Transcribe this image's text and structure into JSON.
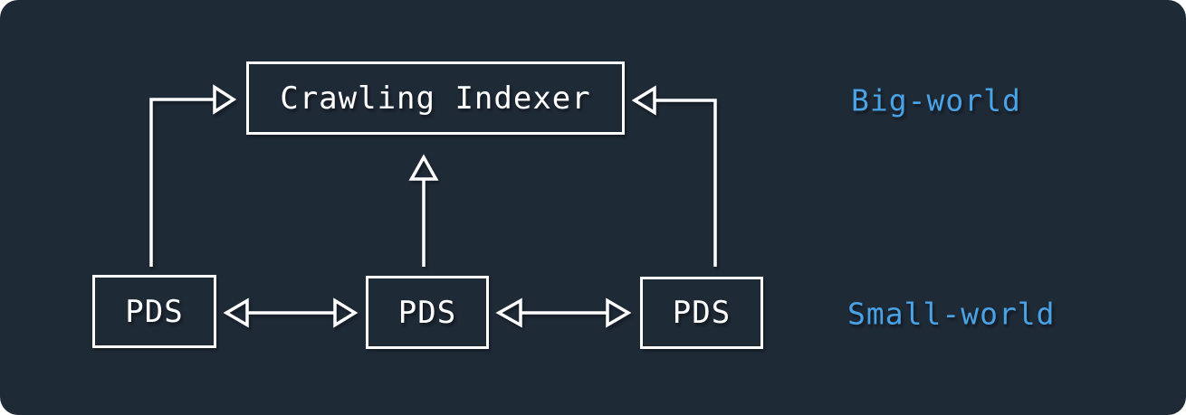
{
  "colors": {
    "panel_background": "#1f2a37",
    "node_border": "#ffffff",
    "node_text": "#ffffff",
    "arrow": "#ffffff",
    "region_label_text": "#49a3e6",
    "page_background": "#ffffff"
  },
  "nodes": {
    "indexer": {
      "label": "Crawling Indexer"
    },
    "pds": [
      "PDS",
      "PDS",
      "PDS"
    ]
  },
  "labels": {
    "big_world": "Big-world",
    "small_world": "Small-world"
  },
  "edges": [
    {
      "from": "pds-1",
      "to": "crawling-indexer",
      "type": "arrow",
      "direction": "one-way"
    },
    {
      "from": "pds-2",
      "to": "crawling-indexer",
      "type": "arrow",
      "direction": "one-way"
    },
    {
      "from": "pds-3",
      "to": "crawling-indexer",
      "type": "arrow",
      "direction": "one-way"
    },
    {
      "from": "pds-1",
      "to": "pds-2",
      "type": "arrow",
      "direction": "two-way"
    },
    {
      "from": "pds-2",
      "to": "pds-3",
      "type": "arrow",
      "direction": "two-way"
    }
  ]
}
